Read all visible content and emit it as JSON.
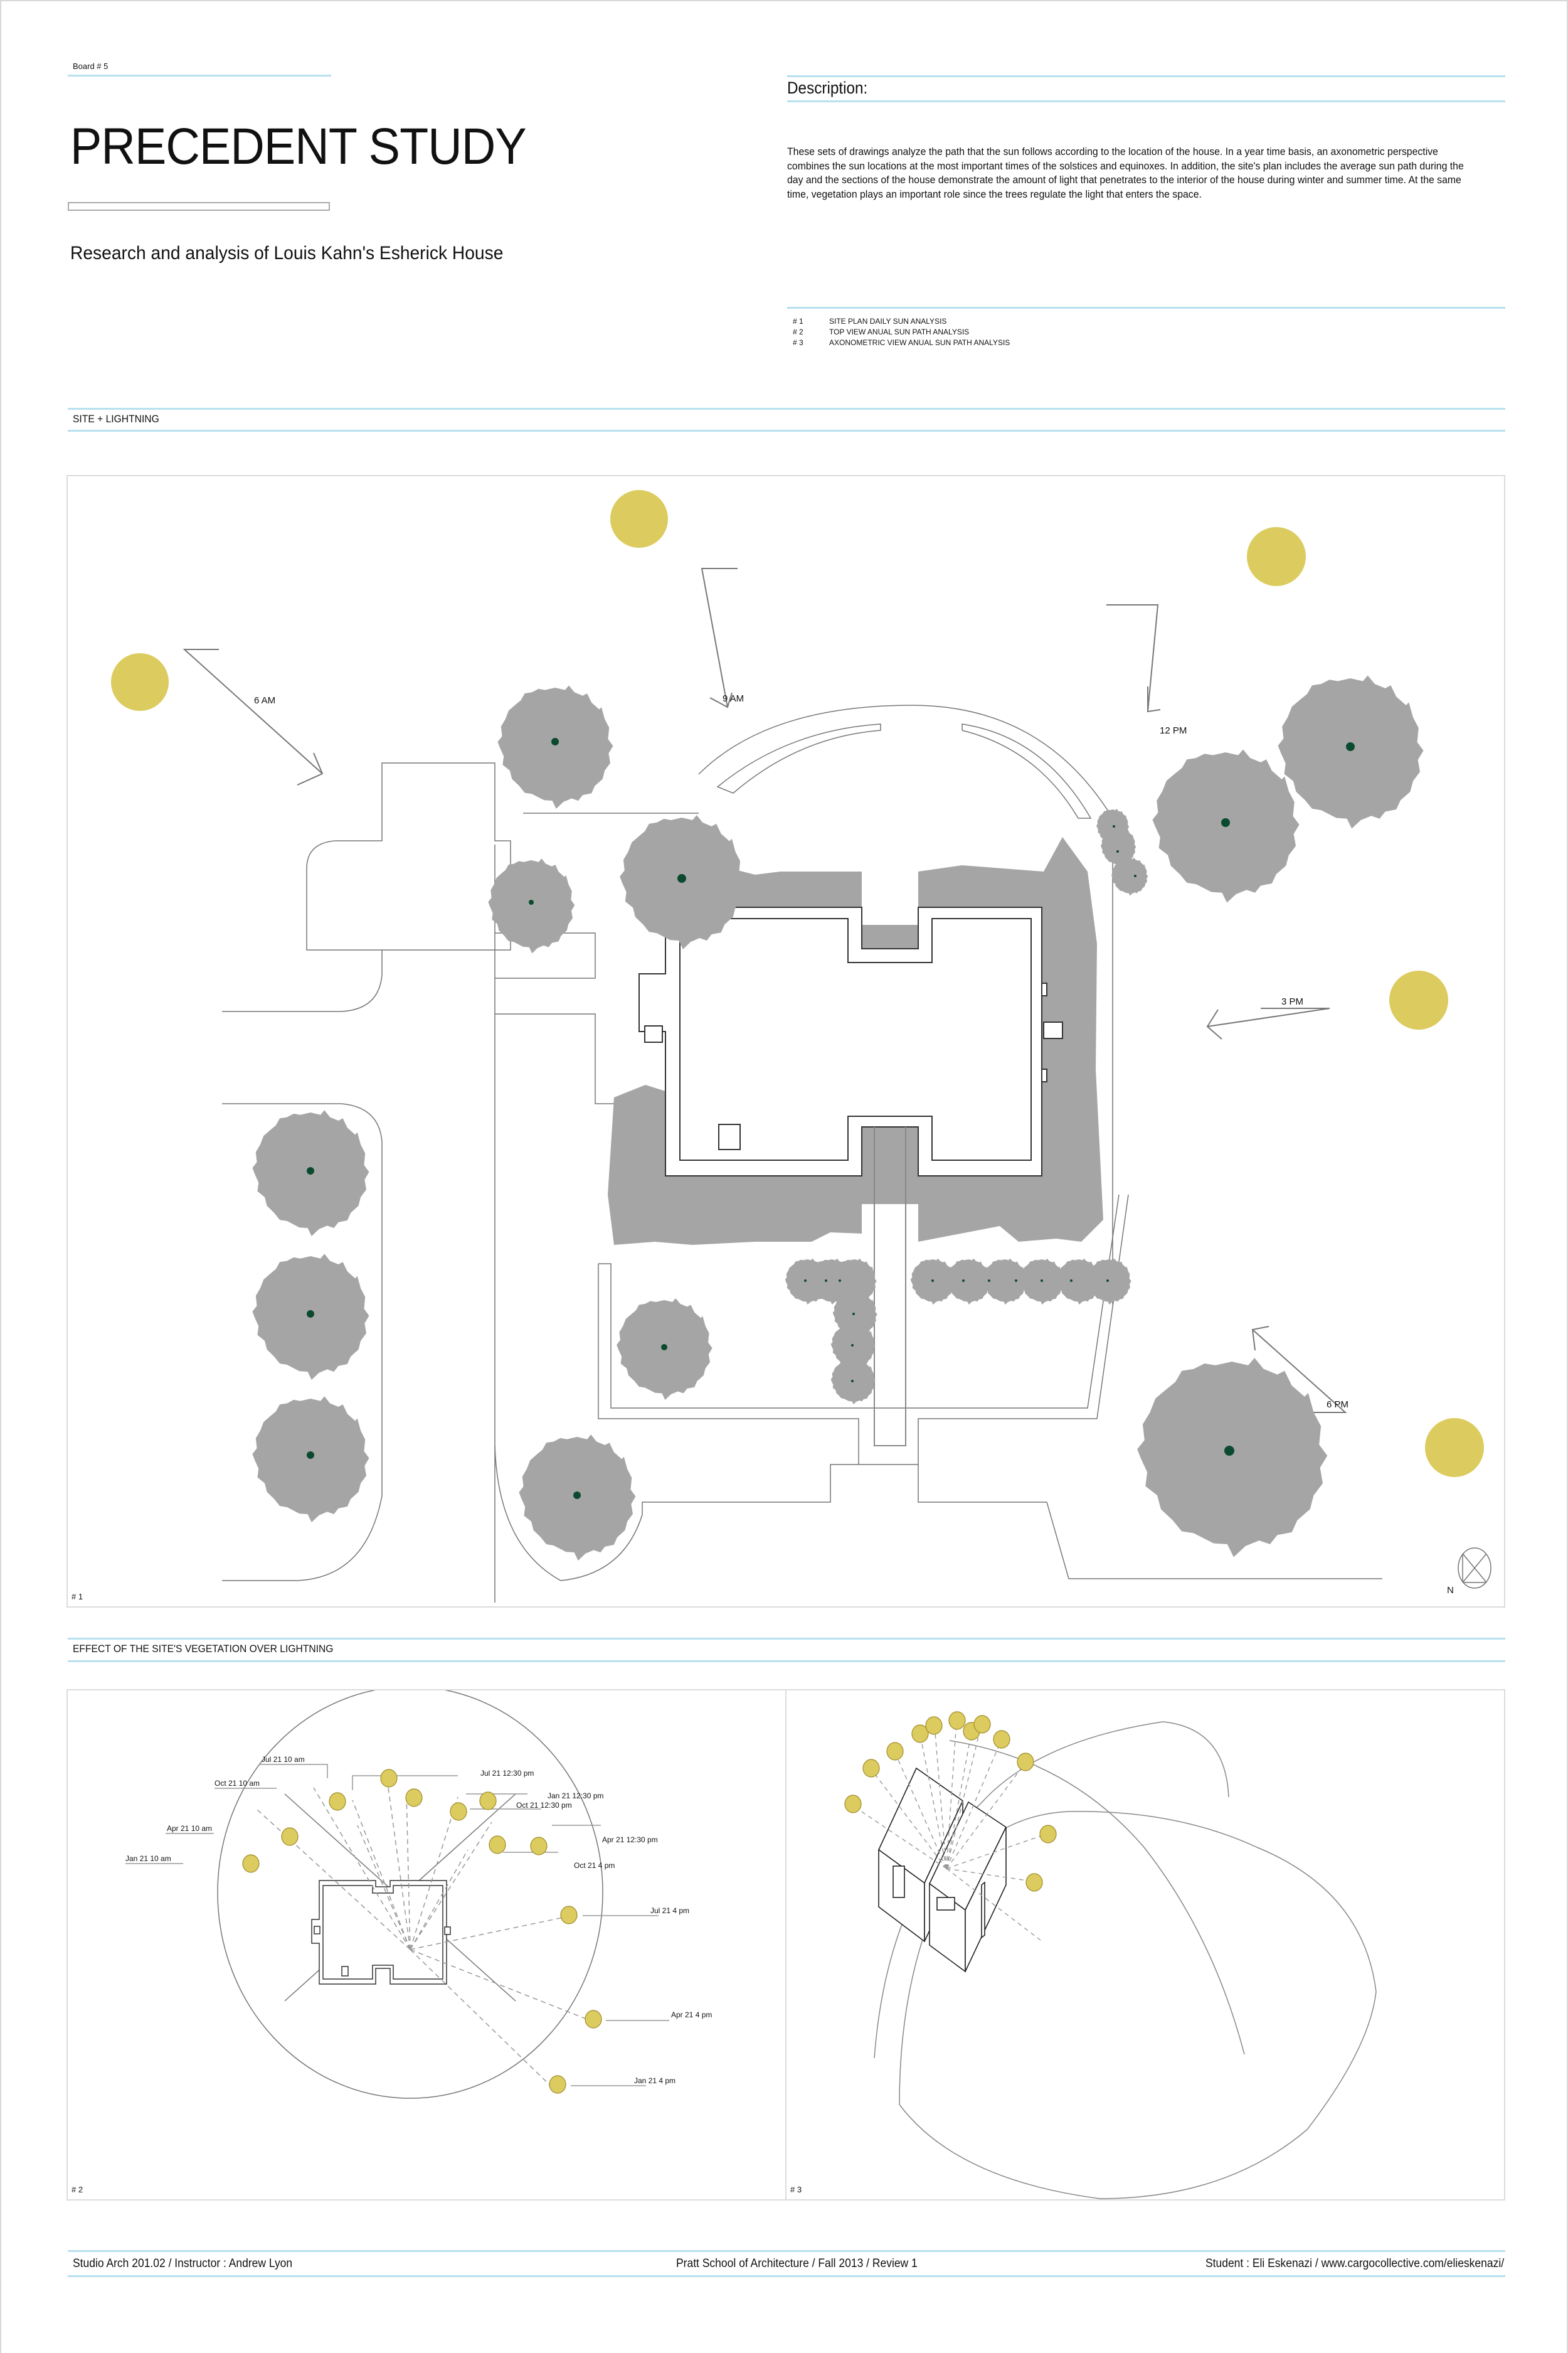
{
  "header": {
    "board_number": "Board # 5",
    "title": "PRECEDENT STUDY",
    "subtitle": "Research and analysis of Louis Kahn's Esherick House"
  },
  "description": {
    "heading": "Description:",
    "body": "These sets of drawings analyze the path that the sun follows according to the location of the house. In a year time basis, an axonometric perspective combines the sun locations at the most important times of the solstices and equinoxes. In addition, the site's plan includes the average sun path during the day and the sections of the house demonstrate the amount of light that penetrates to the interior of the house during winter and summer time. At the same time, vegetation plays an important role since the trees regulate the light that enters the space."
  },
  "drawing_index": [
    {
      "num": "# 1",
      "label": "SITE PLAN DAILY SUN ANALYSIS"
    },
    {
      "num": "# 2",
      "label": "TOP VIEW ANUAL SUN PATH ANALYSIS"
    },
    {
      "num": "# 3",
      "label": "AXONOMETRIC VIEW ANUAL SUN PATH ANALYSIS"
    }
  ],
  "sections": {
    "site": "SITE + LIGHTNING",
    "vegetation": "EFFECT OF THE SITE'S VEGETATION OVER LIGHTNING"
  },
  "site_plan": {
    "tag": "# 1",
    "north_label": "N",
    "sun_times": [
      "6 AM",
      "9 AM",
      "12 PM",
      "3 PM",
      "6 PM"
    ]
  },
  "top_view": {
    "tag": "# 2",
    "sun_positions": [
      "Jul 21 10 am",
      "Oct 21 10 am",
      "Apr 21 10 am",
      "Jan 21 10 am",
      "Jul 21 12:30 pm",
      "Jan 21 12:30 pm",
      "Oct 21 12:30 pm",
      "Apr 21 12:30 pm",
      "Oct 21 4 pm",
      "Jul 21 4 pm",
      "Apr 21 4 pm",
      "Jan 21 4 pm"
    ]
  },
  "axonometric": {
    "tag": "# 3"
  },
  "footer": {
    "course": "Studio Arch 201.02 / Instructor : Andrew Lyon",
    "school": "Pratt School of Architecture /  Fall 2013 / Review 1",
    "student": "Student : Eli Eskenazi / www.cargocollective.com/elieskenazi/"
  },
  "colors": {
    "sun": "#dccb5e",
    "tree": "#a6a5a6",
    "trunk": "#0b4a2e",
    "rule": "#b8e0ee"
  }
}
